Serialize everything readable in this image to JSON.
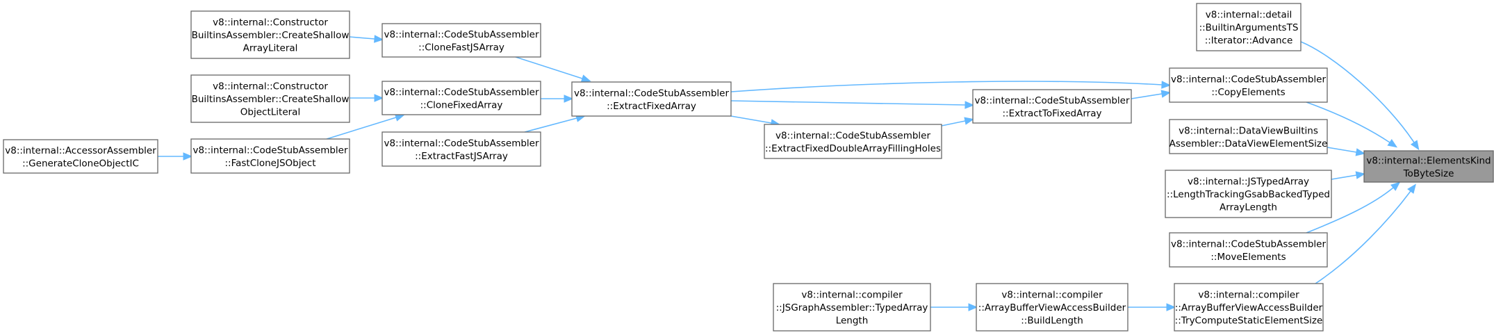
{
  "nodes": {
    "elementsKindToByteSize": [
      "v8::internal::ElementsKind",
      "ToByteSize"
    ],
    "builtinArgumentsAdvance": [
      "v8::internal::detail",
      "::BuiltinArgumentsTS",
      "::Iterator::Advance"
    ],
    "copyElements": [
      "v8::internal::CodeStubAssembler",
      "::CopyElements"
    ],
    "dataViewElementSize": [
      "v8::internal::DataViewBuiltins",
      "Assembler::DataViewElementSize"
    ],
    "lengthTrackingGsab": [
      "v8::internal::JSTypedArray",
      "::LengthTrackingGsabBackedTyped",
      "ArrayLength"
    ],
    "moveElements": [
      "v8::internal::CodeStubAssembler",
      "::MoveElements"
    ],
    "tryComputeStaticElementSize": [
      "v8::internal::compiler",
      "::ArrayBufferViewAccessBuilder",
      "::TryComputeStaticElementSize"
    ],
    "extractToFixedArray": [
      "v8::internal::CodeStubAssembler",
      "::ExtractToFixedArray"
    ],
    "extractFixedDoubleArrayFillingHoles": [
      "v8::internal::CodeStubAssembler",
      "::ExtractFixedDoubleArrayFillingHoles"
    ],
    "extractFixedArray": [
      "v8::internal::CodeStubAssembler",
      "::ExtractFixedArray"
    ],
    "cloneFastJSArray": [
      "v8::internal::CodeStubAssembler",
      "::CloneFastJSArray"
    ],
    "cloneFixedArray": [
      "v8::internal::CodeStubAssembler",
      "::CloneFixedArray"
    ],
    "extractFastJSArray": [
      "v8::internal::CodeStubAssembler",
      "::ExtractFastJSArray"
    ],
    "createShallowArrayLiteral": [
      "v8::internal::Constructor",
      "BuiltinsAssembler::CreateShallow",
      "ArrayLiteral"
    ],
    "createShallowObjectLiteral": [
      "v8::internal::Constructor",
      "BuiltinsAssembler::CreateShallow",
      "ObjectLiteral"
    ],
    "fastCloneJSObject": [
      "v8::internal::CodeStubAssembler",
      "::FastCloneJSObject"
    ],
    "generateCloneObjectIC": [
      "v8::internal::AccessorAssembler",
      "::GenerateCloneObjectIC"
    ],
    "buildLength": [
      "v8::internal::compiler",
      "::ArrayBufferViewAccessBuilder",
      "::BuildLength"
    ],
    "typedArrayLength": [
      "v8::internal::compiler",
      "::JSGraphAssembler::TypedArray",
      "Length"
    ]
  },
  "edges": [
    [
      "builtinArgumentsAdvance",
      "elementsKindToByteSize"
    ],
    [
      "copyElements",
      "elementsKindToByteSize"
    ],
    [
      "dataViewElementSize",
      "elementsKindToByteSize"
    ],
    [
      "lengthTrackingGsab",
      "elementsKindToByteSize"
    ],
    [
      "moveElements",
      "elementsKindToByteSize"
    ],
    [
      "tryComputeStaticElementSize",
      "elementsKindToByteSize"
    ],
    [
      "extractToFixedArray",
      "copyElements"
    ],
    [
      "extractFixedArray",
      "copyElements"
    ],
    [
      "extractFixedArray",
      "extractToFixedArray"
    ],
    [
      "extractFixedDoubleArrayFillingHoles",
      "extractToFixedArray"
    ],
    [
      "extractFixedArray",
      "extractFixedDoubleArrayFillingHoles"
    ],
    [
      "cloneFastJSArray",
      "extractFixedArray"
    ],
    [
      "cloneFixedArray",
      "extractFixedArray"
    ],
    [
      "extractFastJSArray",
      "extractFixedArray"
    ],
    [
      "createShallowArrayLiteral",
      "cloneFastJSArray"
    ],
    [
      "createShallowObjectLiteral",
      "cloneFixedArray"
    ],
    [
      "fastCloneJSObject",
      "cloneFixedArray"
    ],
    [
      "generateCloneObjectIC",
      "fastCloneJSObject"
    ],
    [
      "buildLength",
      "tryComputeStaticElementSize"
    ],
    [
      "typedArrayLength",
      "buildLength"
    ]
  ],
  "colors": {
    "edge": "#63b8ff",
    "border": "#666666",
    "highlight_fill": "#999999",
    "node_fill": "#ffffff"
  }
}
